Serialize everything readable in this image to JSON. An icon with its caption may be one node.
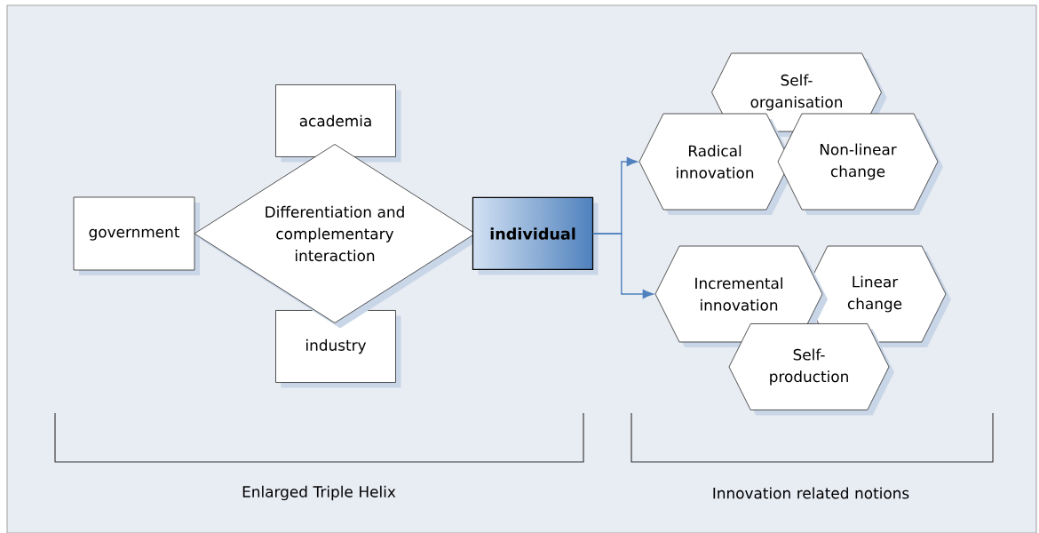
{
  "diagram": {
    "nodes": [
      {
        "text": [
          "academia"
        ]
      },
      {
        "text": [
          "government"
        ]
      },
      {
        "text": [
          "Differentiation and complementary interaction"
        ]
      },
      {
        "text": [
          "individual"
        ]
      },
      {
        "text": [
          "industry"
        ]
      },
      {
        "text": [
          "Self-organisation"
        ]
      },
      {
        "text": [
          "Radical innovation"
        ]
      },
      {
        "text": [
          "Non-linear change"
        ]
      },
      {
        "text": [
          "Incremental innovation"
        ]
      },
      {
        "text": [
          "Linear change"
        ]
      },
      {
        "text": [
          "Self-production"
        ]
      }
    ],
    "edges": [
      {
        "from": 3,
        "to": 6,
        "arrow": "to"
      },
      {
        "from": 3,
        "to": 8,
        "arrow": "to"
      }
    ],
    "labels": [
      "Enlarged Triple Helix",
      "Innovation related notions"
    ]
  }
}
